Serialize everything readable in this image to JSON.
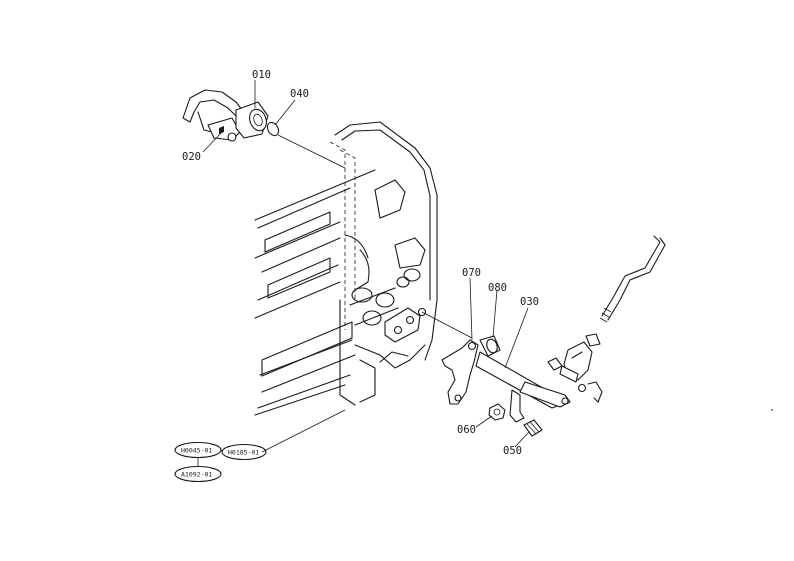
{
  "parts": [
    {
      "id": "010",
      "label": "010"
    },
    {
      "id": "020",
      "label": "020"
    },
    {
      "id": "030",
      "label": "030"
    },
    {
      "id": "040",
      "label": "040"
    },
    {
      "id": "050",
      "label": "050"
    },
    {
      "id": "060",
      "label": "060"
    },
    {
      "id": "070",
      "label": "070"
    },
    {
      "id": "080",
      "label": "080"
    }
  ],
  "references": [
    {
      "id": "ref-1",
      "label": "H0045-01"
    },
    {
      "id": "ref-2",
      "label": "H0185-01"
    },
    {
      "id": "ref-3",
      "label": "A1092-01"
    }
  ]
}
